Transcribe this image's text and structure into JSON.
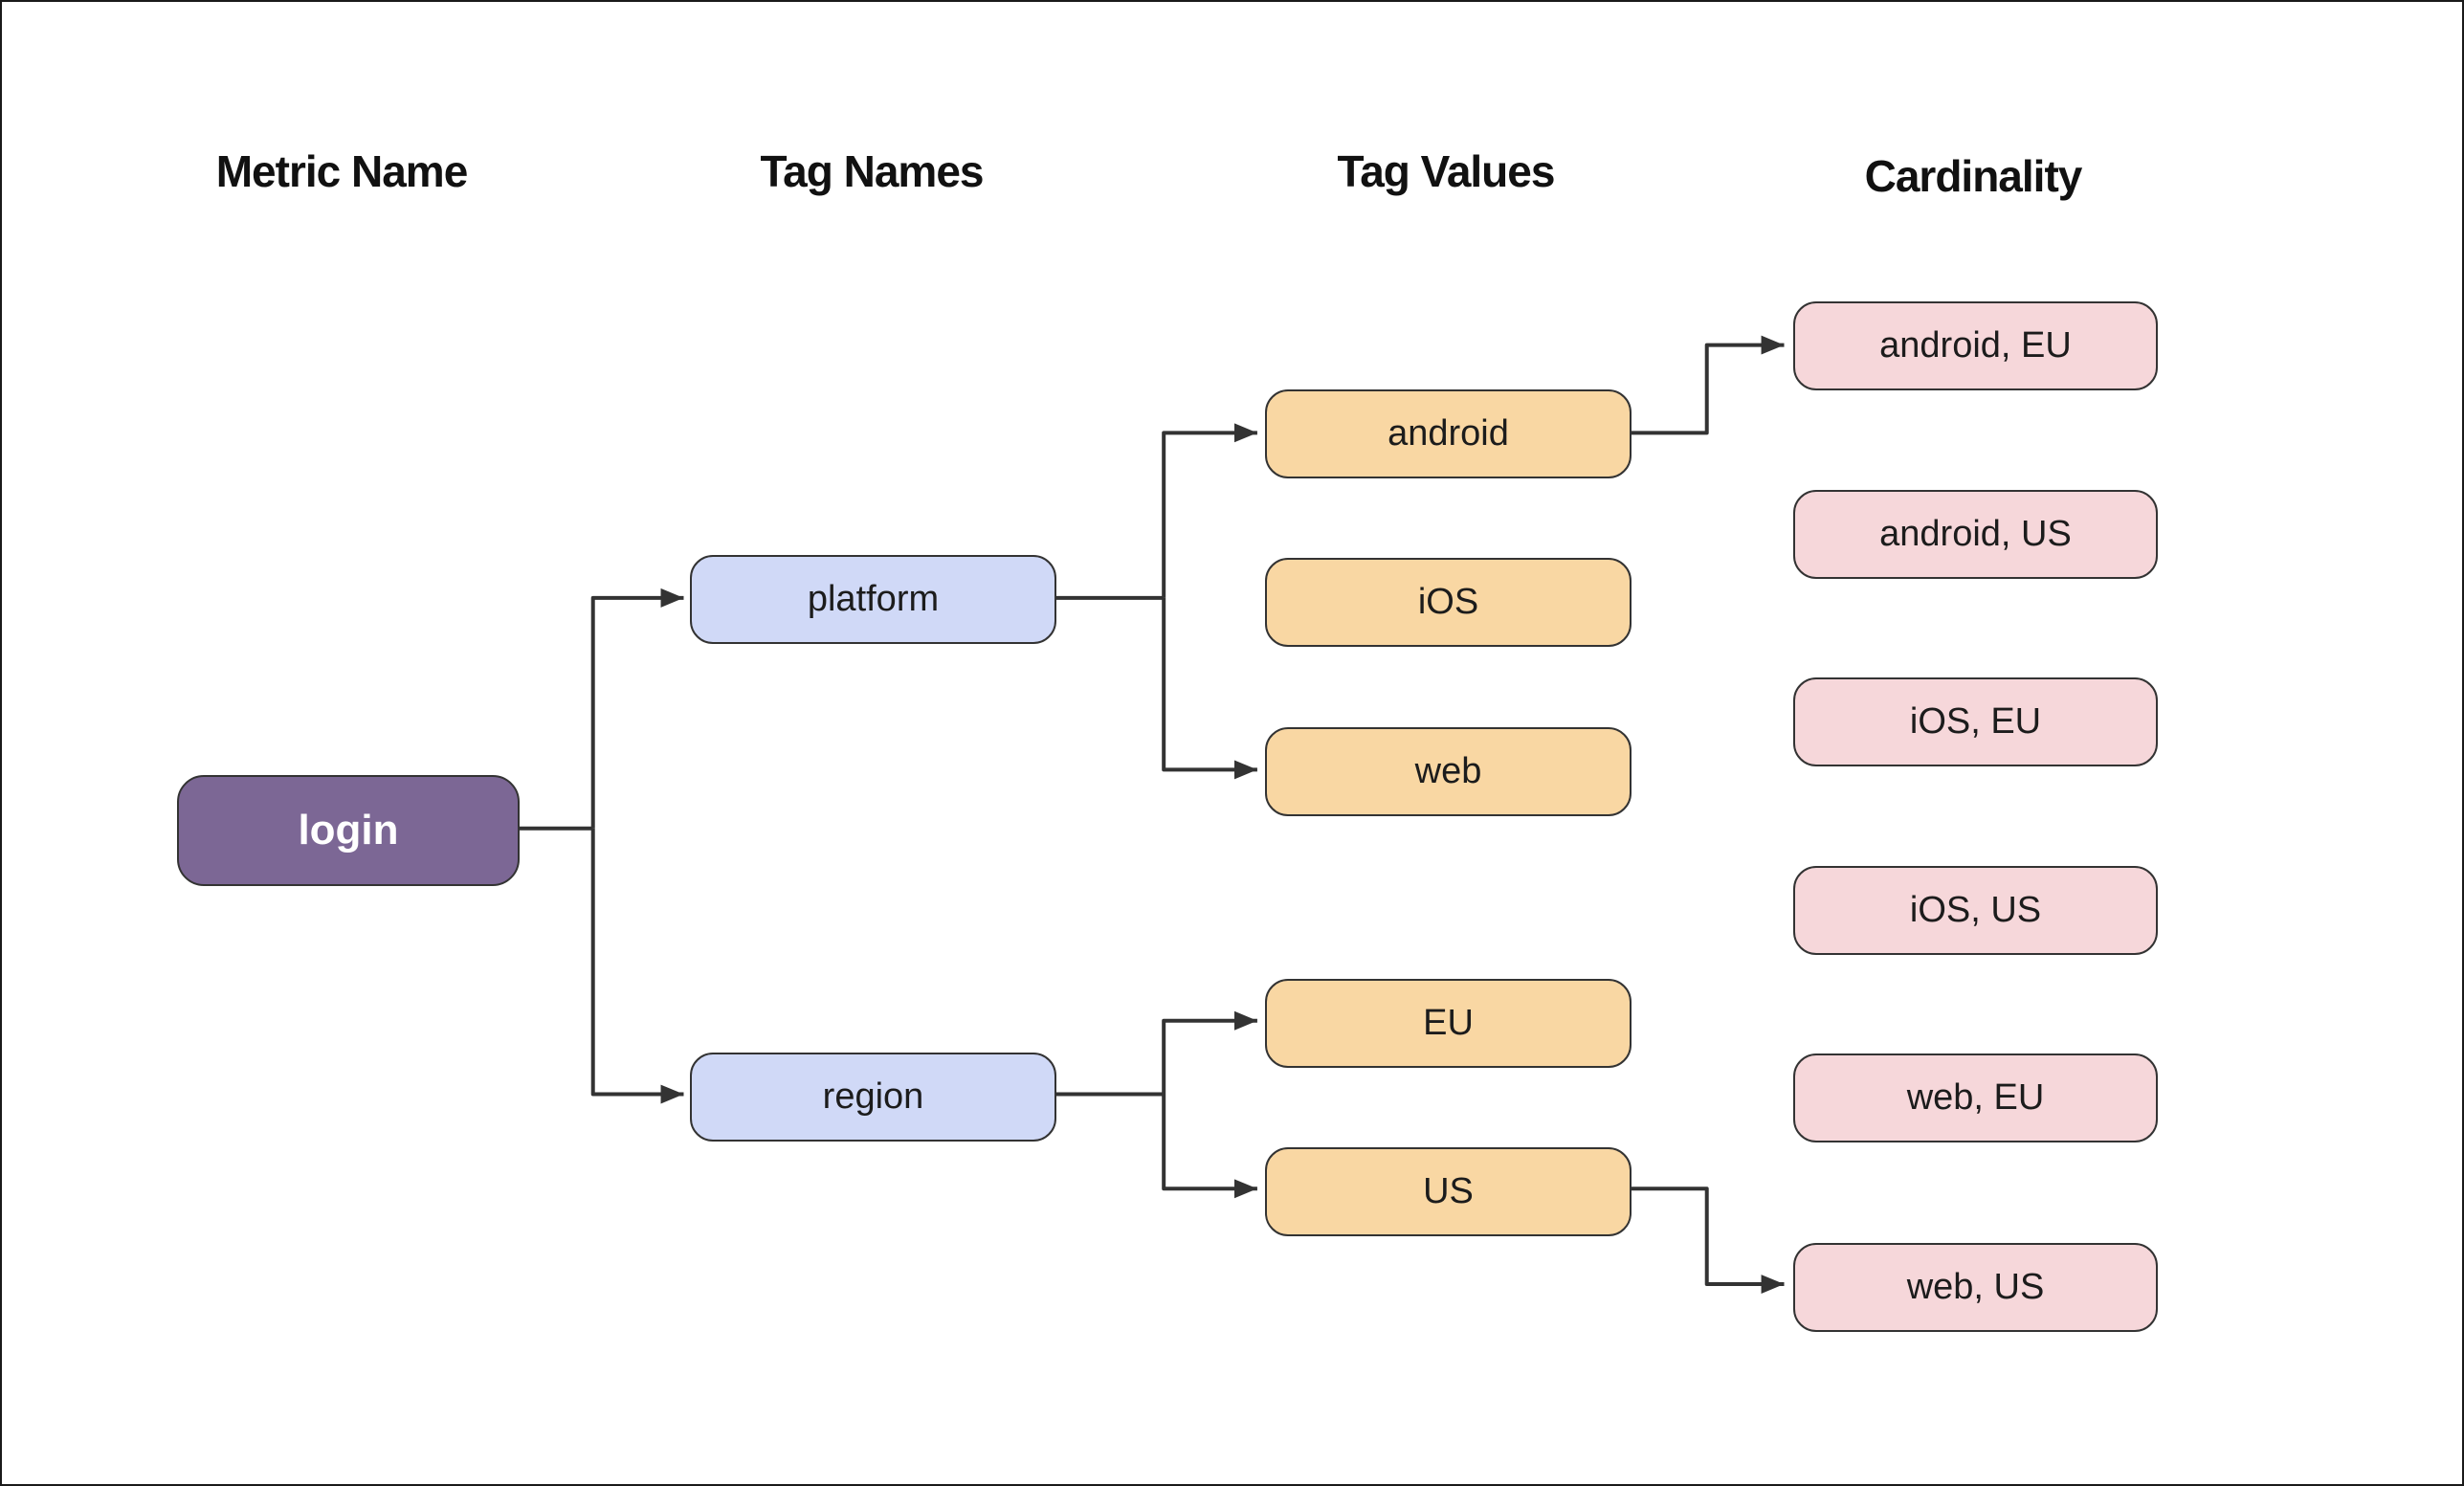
{
  "headers": {
    "metric_name": "Metric Name",
    "tag_names": "Tag Names",
    "tag_values": "Tag Values",
    "cardinality": "Cardinality"
  },
  "nodes": {
    "login": "login",
    "platform": "platform",
    "region": "region",
    "android": "android",
    "ios": "iOS",
    "web": "web",
    "eu": "EU",
    "us": "US",
    "android_eu": "android, EU",
    "android_us": "android, US",
    "ios_eu": "iOS, EU",
    "ios_us": "iOS, US",
    "web_eu": "web, EU",
    "web_us": "web, US"
  },
  "edges": [
    {
      "from": "login",
      "to": "platform"
    },
    {
      "from": "login",
      "to": "region"
    },
    {
      "from": "platform",
      "to": "android"
    },
    {
      "from": "platform",
      "to": "web"
    },
    {
      "from": "region",
      "to": "eu"
    },
    {
      "from": "region",
      "to": "us"
    },
    {
      "from": "android",
      "to": "android_eu"
    },
    {
      "from": "us",
      "to": "web_us"
    }
  ],
  "colors": {
    "background": "#ffffff",
    "frame": "#1a1a1a",
    "edge": "#333333",
    "node_border": "#333333",
    "text": "#1c1c1c",
    "header_text": "#111111",
    "metric_fill": "#7c6795",
    "metric_text": "#ffffff",
    "tag_name_fill": "#d0d9f7",
    "tag_value_fill": "#f9d7a3",
    "cardinality_fill": "#f6d7da"
  }
}
